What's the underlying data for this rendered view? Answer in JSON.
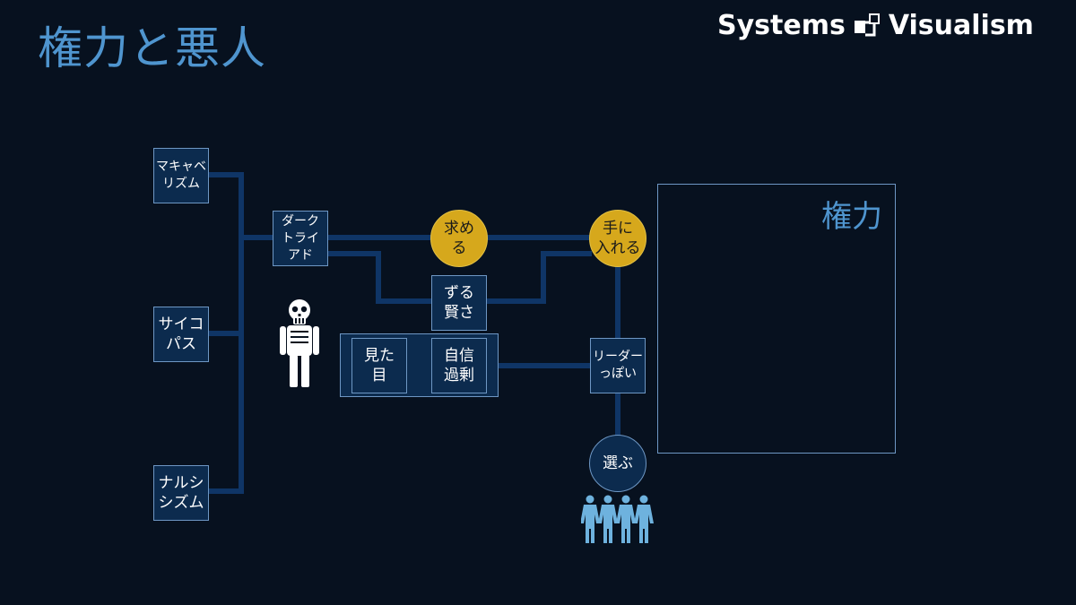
{
  "header": {
    "title": "権力と悪人",
    "brand_left": "Systems",
    "brand_right": "Visualism"
  },
  "nodes": {
    "machiavellianism": "マキャベ\nリズム",
    "psychopathy": "サイコ\nパス",
    "narcissism": "ナルシ\nシズム",
    "dark_triad": "ダーク\nトライ\nアド",
    "seek": "求め\nる",
    "obtain": "手に\n入れる",
    "cunning": "ずる\n賢さ",
    "looks": "見た\n目",
    "overconfidence": "自信\n過剰",
    "leader_like": "リーダー\nっぽい",
    "choose": "選ぶ"
  },
  "power_area": {
    "label": "権力"
  },
  "colors": {
    "background": "#07111f",
    "title": "#4f95cf",
    "wire": "#0f3566",
    "box_fill": "#0c2b4e",
    "box_border": "#6e97c4",
    "gold": "#d6a81c",
    "people": "#6eb2de"
  },
  "icons": {
    "villain": "skeleton-icon",
    "voters": "people-group-icon",
    "brand": "flow-blocks-icon"
  }
}
